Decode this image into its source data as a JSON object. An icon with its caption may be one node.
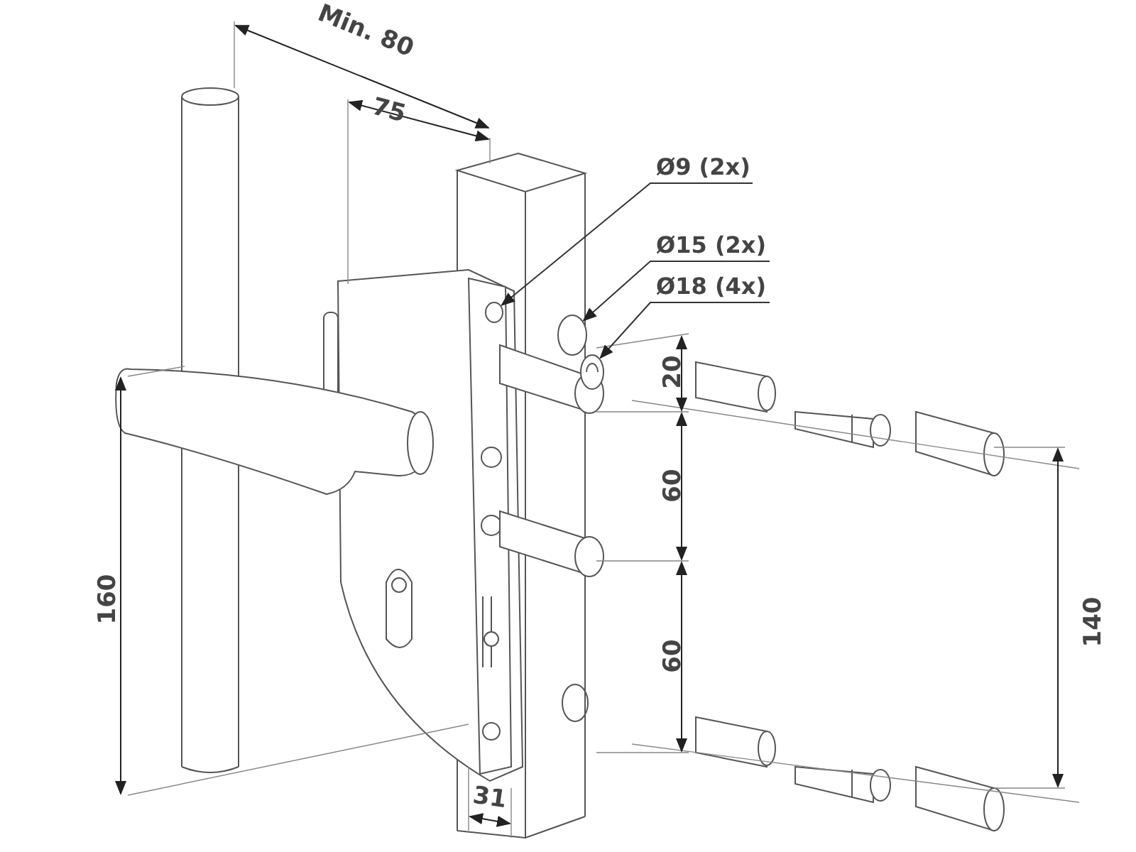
{
  "diagram": {
    "nodes": [
      {
        "text": [
          "Ø9 (2x)"
        ]
      },
      {
        "text": [
          "Ø15 (2x)"
        ]
      },
      {
        "text": [
          "Ø18 (4x)"
        ]
      },
      {
        "text": [],
        "shape": "circle"
      },
      {
        "text": [],
        "shape": "circle"
      },
      {
        "text": [],
        "shape": "cylinder"
      }
    ],
    "edges": [
      {
        "from": 0,
        "to": 3,
        "arrow": "to"
      },
      {
        "from": 1,
        "to": 4,
        "arrow": "to"
      },
      {
        "from": 2,
        "to": 5,
        "arrow": "to"
      }
    ],
    "labels": [
      "Min. 80",
      "75",
      "20",
      "60",
      "60",
      "160",
      "140",
      "31"
    ]
  }
}
